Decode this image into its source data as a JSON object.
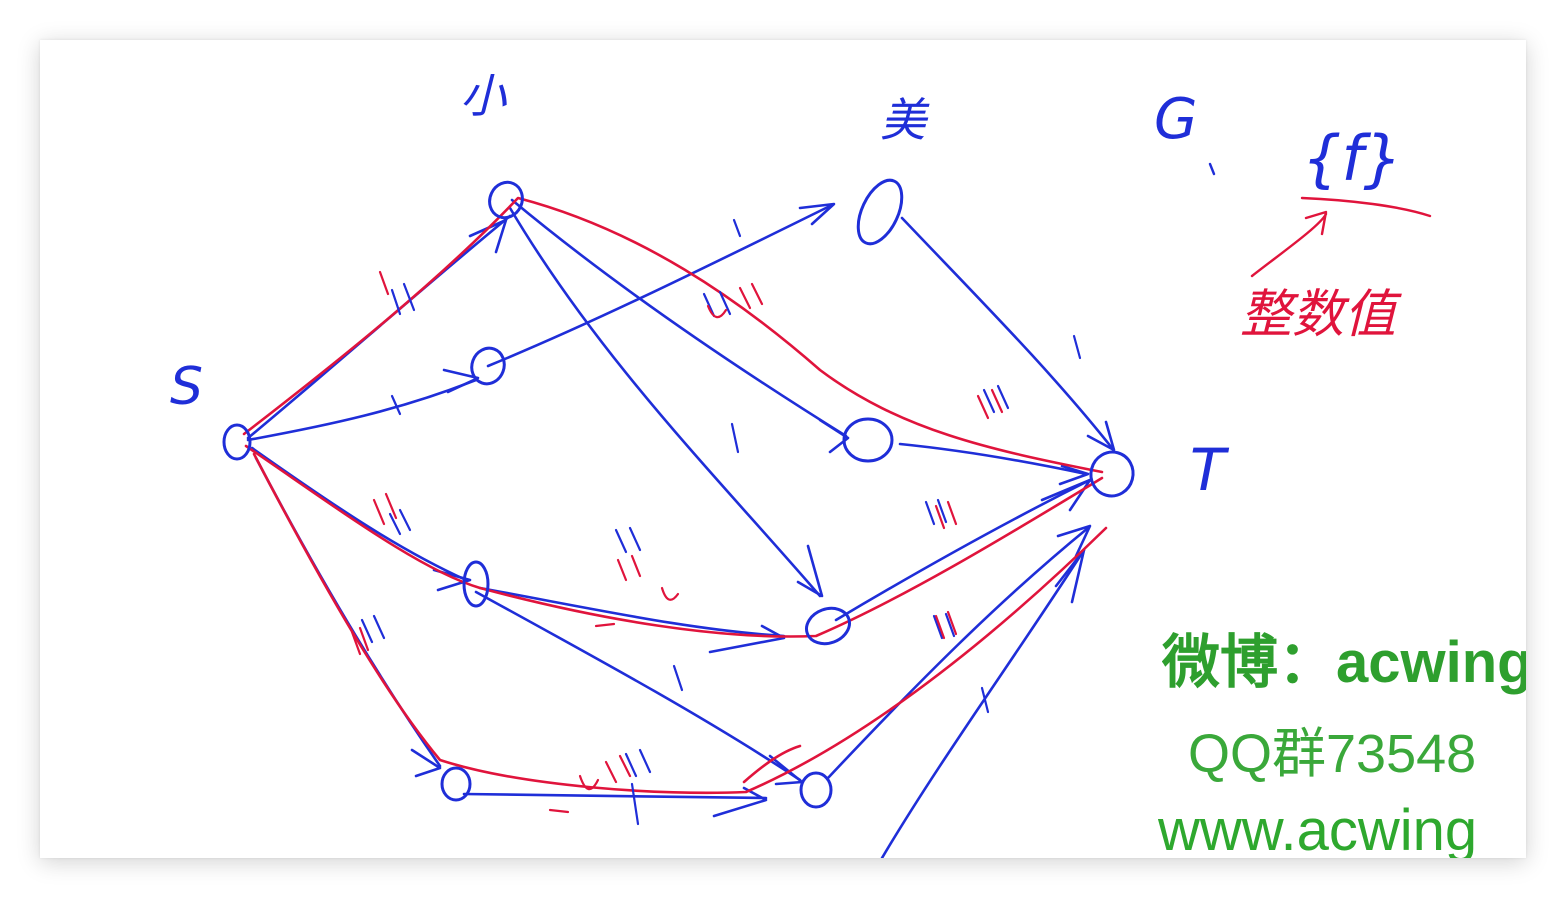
{
  "labels": {
    "source": "S",
    "sink": "T",
    "left_group": "小",
    "right_group": "美",
    "graph_label": "G",
    "flow_set": "{f}",
    "integer_value": "整数值"
  },
  "watermark": {
    "weibo": "微博：acwing",
    "qq": "QQ群73548",
    "website": "www.acwing"
  },
  "colors": {
    "edge": "#1f2ed8",
    "flow": "#e0143c",
    "watermark": "#2e9f2e",
    "background": "#ffffff"
  }
}
